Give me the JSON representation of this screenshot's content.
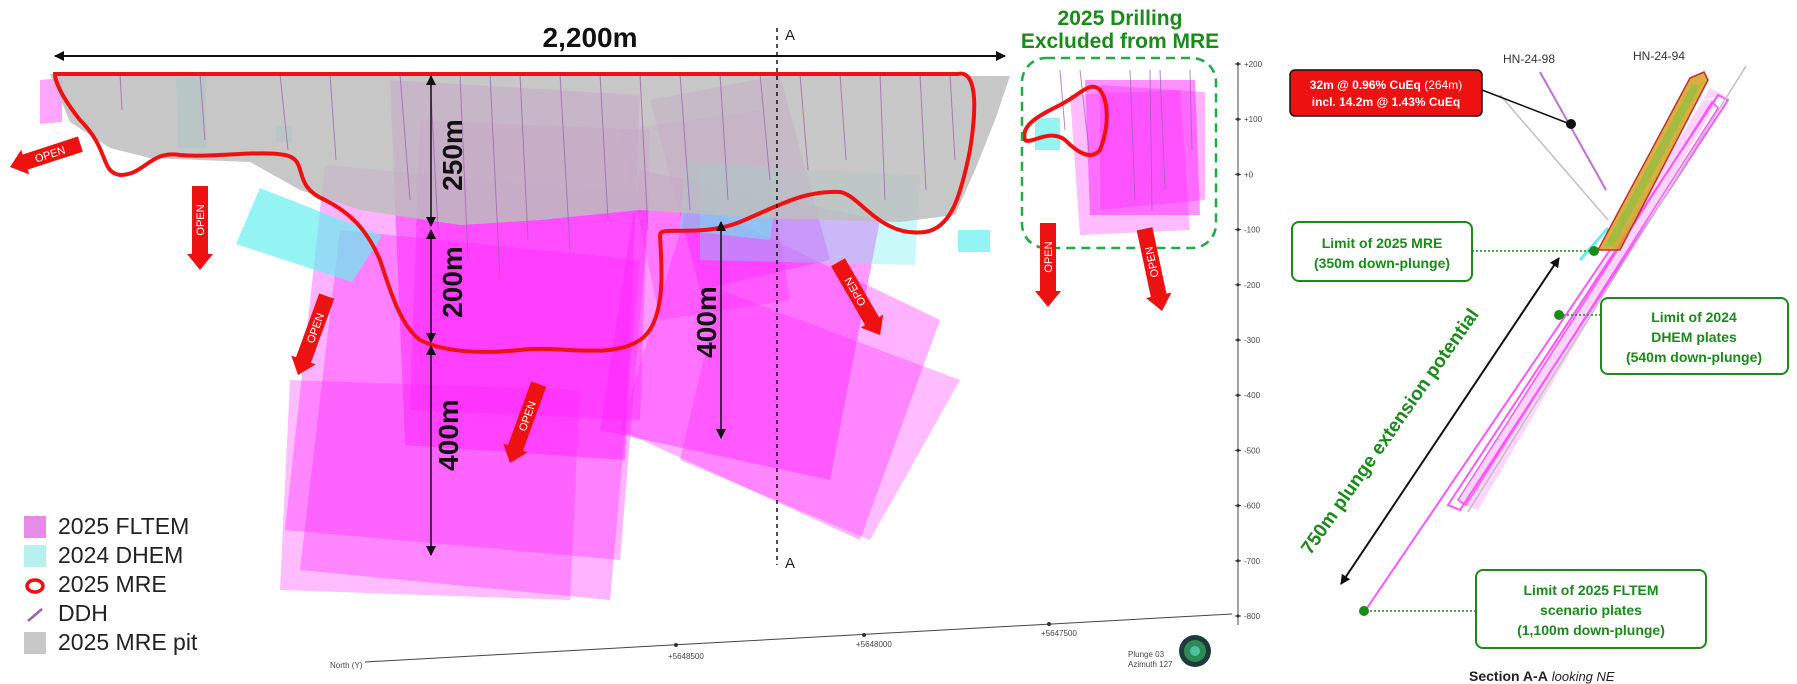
{
  "colors": {
    "mre_red": "#ee1111",
    "fltem_magenta": "#ff22ff",
    "dhem_cyan": "#66eeee",
    "pit_grey": "#bdbdbd",
    "ddh_purple": "#a060b0",
    "label_green": "#1a8a1a",
    "dashed_green": "#22aa44"
  },
  "long_section": {
    "width_label": "2,200m",
    "depth_labels": [
      "250m",
      "200m",
      "400m",
      "400m"
    ],
    "section_line_label_top": "A",
    "section_line_label_bottom": "A",
    "open_label": "OPEN",
    "excluded_title_line1": "2025 Drilling",
    "excluded_title_line2": "Excluded from MRE",
    "elevation_ticks": [
      "+200",
      "+100",
      "+0",
      "-100",
      "-200",
      "-300",
      "-400",
      "-500",
      "-600",
      "-700",
      "-800"
    ],
    "northing_ticks": [
      "+5648500",
      "+5648000",
      "+5647500"
    ],
    "north_label": "North (Y)",
    "plunge_label": "Plunge 03",
    "azimuth_label": "Azimuth 127"
  },
  "legend": [
    {
      "label": "2025 FLTEM",
      "icon": "magenta-square"
    },
    {
      "label": "2024 DHEM",
      "icon": "cyan-square"
    },
    {
      "label": "2025 MRE",
      "icon": "red-outline"
    },
    {
      "label": "DDH",
      "icon": "purple-line"
    },
    {
      "label": "2025 MRE pit",
      "icon": "grey-square"
    }
  ],
  "cross_section": {
    "hole_1": "HN-24-98",
    "hole_2": "HN-24-94",
    "intercept_line1_bold": "32m @ 0.96% CuEq",
    "intercept_line1_extra": "(264m)",
    "intercept_line2": "incl. 14.2m @ 1.43% CuEq",
    "limit_mre_line1": "Limit of 2025 MRE",
    "limit_mre_line2": "(350m down-plunge)",
    "limit_dhem_line1": "Limit of 2024",
    "limit_dhem_line2": "DHEM plates",
    "limit_dhem_line3": "(540m down-plunge)",
    "limit_fltem_line1": "Limit of 2025 FLTEM",
    "limit_fltem_line2": "scenario plates",
    "limit_fltem_line3": "(1,100m down-plunge)",
    "plunge_potential": "750m plunge extension potential",
    "section_title": "Section A-A",
    "section_subtitle": "looking NE"
  }
}
